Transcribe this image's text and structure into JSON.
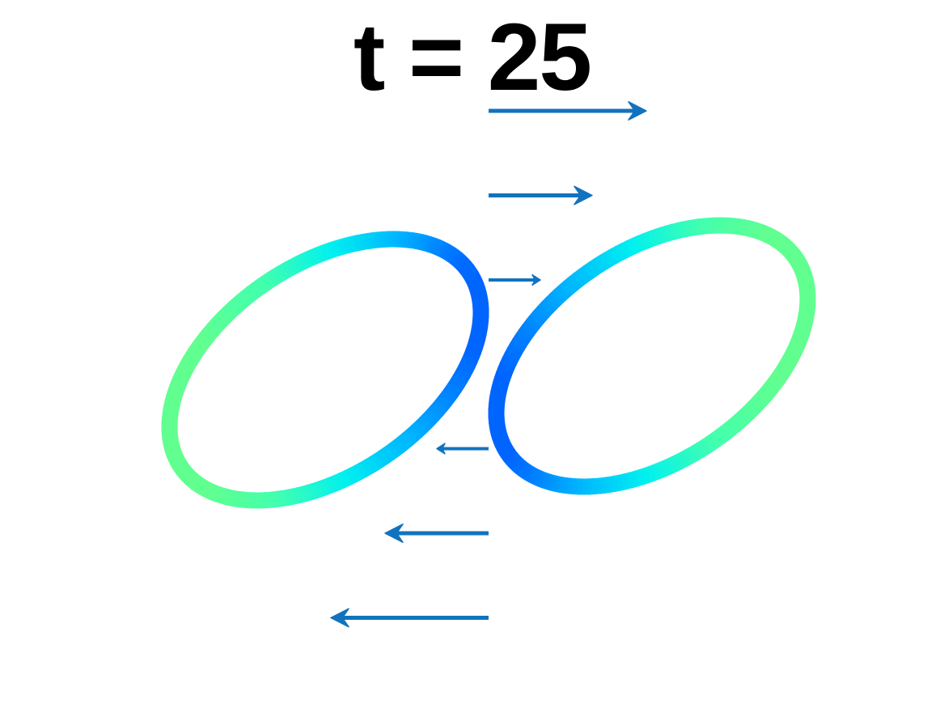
{
  "title": "t = 25",
  "colors": {
    "arrow": "#1173BE",
    "background": "#FFFFFF",
    "title": "#000000",
    "ring_colormap": [
      "#0064FF",
      "#00B4FF",
      "#00F0F0",
      "#40FFB0",
      "#60FF90"
    ]
  },
  "shear_flow": {
    "description_free": true,
    "arrows": [
      {
        "level": 3,
        "direction": "right",
        "magnitude": 3
      },
      {
        "level": 2,
        "direction": "right",
        "magnitude": 2
      },
      {
        "level": 1,
        "direction": "right",
        "magnitude": 1
      },
      {
        "level": -1,
        "direction": "left",
        "magnitude": 1
      },
      {
        "level": -2,
        "direction": "left",
        "magnitude": 2
      },
      {
        "level": -3,
        "direction": "left",
        "magnitude": 3
      }
    ]
  },
  "rings": [
    {
      "id": "left",
      "tilt_deg": -34
    },
    {
      "id": "right",
      "tilt_deg": -34
    }
  ]
}
